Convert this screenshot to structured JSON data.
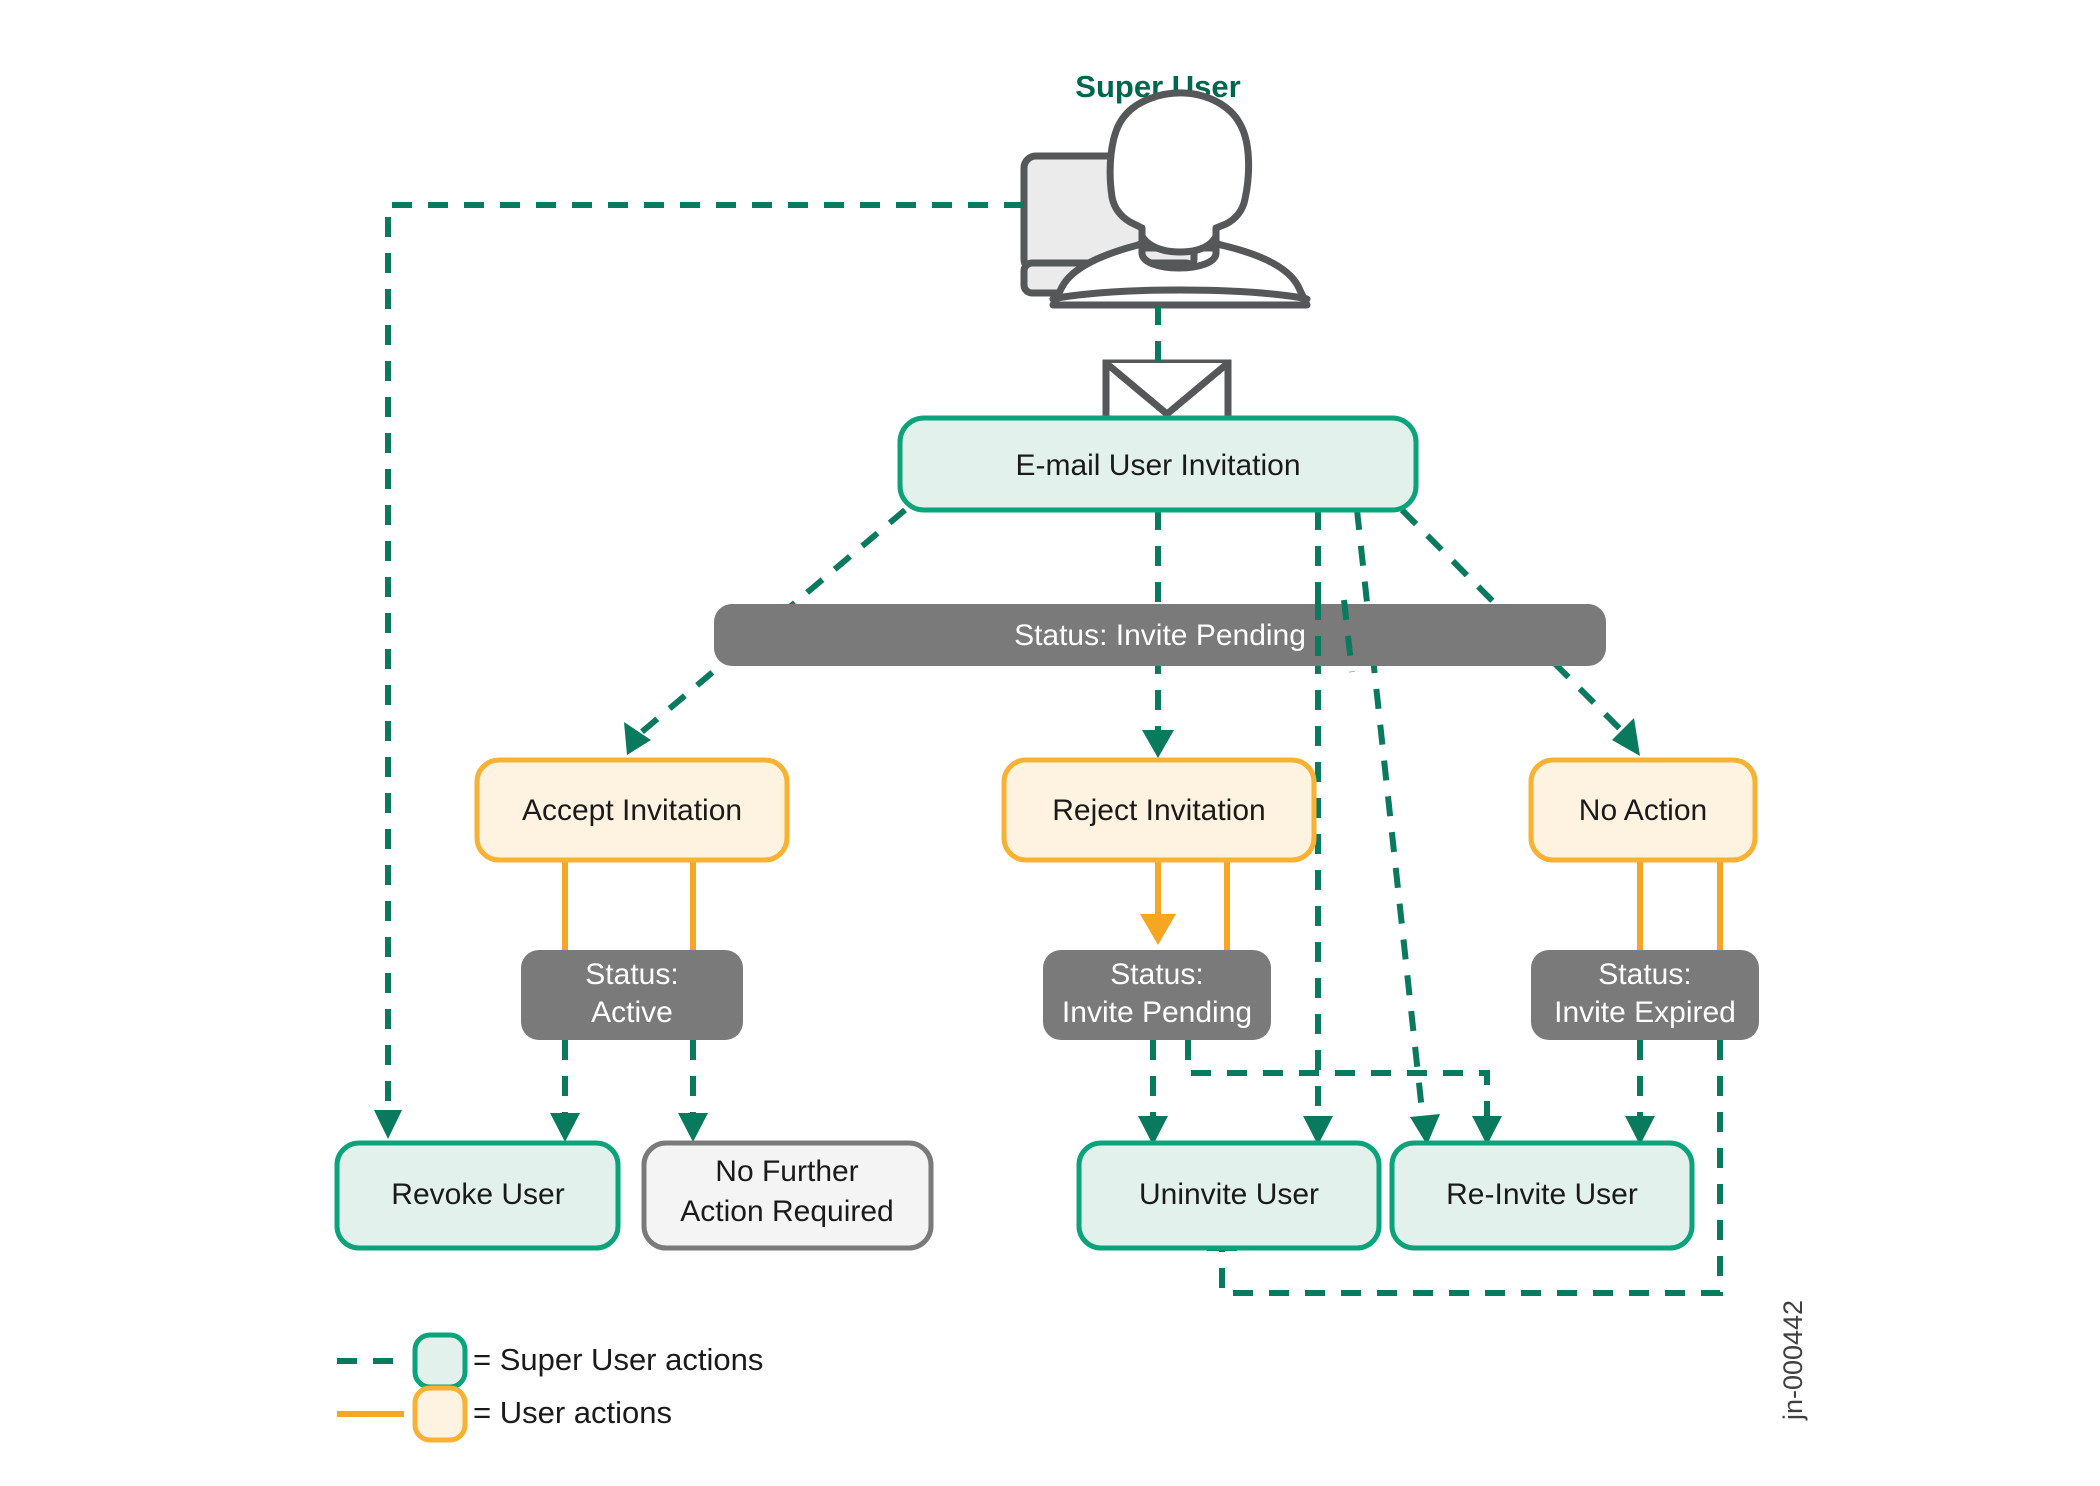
{
  "diagram": {
    "title": "Super User",
    "actor": {
      "label": "Super User",
      "icon": "user-with-laptop-icon",
      "title_color": "#00674f"
    },
    "email_icon": "envelope-icon",
    "nodes": {
      "email_invitation": {
        "label": "E-mail User Invitation",
        "kind": "super-user-action"
      },
      "status_invite_pending_top": {
        "label": "Status: Invite Pending",
        "kind": "status"
      },
      "accept_invitation": {
        "label": "Accept Invitation",
        "kind": "user-action"
      },
      "reject_invitation": {
        "label": "Reject Invitation",
        "kind": "user-action"
      },
      "no_action": {
        "label": "No Action",
        "kind": "user-action"
      },
      "status_active": {
        "label_line1": "Status:",
        "label_line2": "Active",
        "kind": "status"
      },
      "status_invite_pending": {
        "label_line1": "Status:",
        "label_line2": "Invite Pending",
        "kind": "status"
      },
      "status_invite_expired": {
        "label_line1": "Status:",
        "label_line2": "Invite Expired",
        "kind": "status"
      },
      "revoke_user": {
        "label": "Revoke User",
        "kind": "super-user-action"
      },
      "no_further_action": {
        "label_line1": "No Further",
        "label_line2": "Action Required",
        "kind": "terminal"
      },
      "uninvite_user": {
        "label": "Uninvite User",
        "kind": "super-user-action"
      },
      "reinvite_user": {
        "label": "Re-Invite User",
        "kind": "super-user-action"
      }
    },
    "legend": {
      "items": [
        {
          "label": "= Super User actions",
          "line_style": "dashed",
          "line_color": "#0a7a5e",
          "swatch_fill": "#e3f1ec",
          "swatch_stroke": "#0aa37a"
        },
        {
          "label": "= User actions",
          "line_style": "solid",
          "line_color": "#f5a623",
          "swatch_fill": "#fdf3e0",
          "swatch_stroke": "#f8b133"
        }
      ]
    },
    "watermark": "jn-000442",
    "colors": {
      "super_user_green": "#0a7a5e",
      "box_green_stroke": "#0aa37a",
      "box_green_fill": "#e3f1ec",
      "user_orange": "#f5a623",
      "box_yellow_stroke": "#f8b133",
      "box_yellow_fill": "#fdf3e0",
      "status_grey": "#7a7a7a",
      "terminal_grey": "#7a7a7a",
      "terminal_fill": "#f4f4f4",
      "title_green": "#00674f",
      "icon_grey": "#555759"
    }
  }
}
